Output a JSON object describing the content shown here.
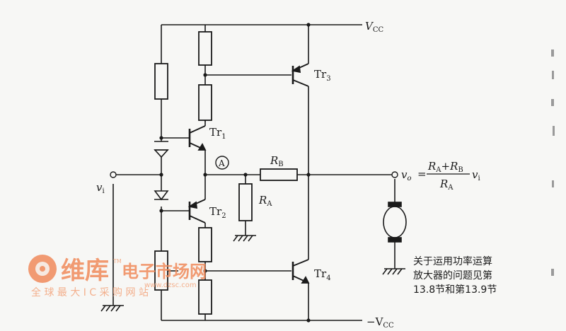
{
  "labels": {
    "vcc": "V",
    "vcc_sub": "CC",
    "vee": "−V",
    "vee_sub": "CC",
    "tr1": "Tr",
    "tr1_sub": "1",
    "tr2": "Tr",
    "tr2_sub": "2",
    "tr3": "Tr",
    "tr3_sub": "3",
    "tr4": "Tr",
    "tr4_sub": "4",
    "ra": "R",
    "ra_sub": "A",
    "rb": "R",
    "rb_sub": "B",
    "node_a": "A",
    "vi": "v",
    "vi_sub": "i"
  },
  "formula": {
    "lhs": "v",
    "lhs_sub": "o",
    "eq": "=",
    "num": "R",
    "num_sub1": "A",
    "num_plus": "+R",
    "num_sub2": "B",
    "den": "R",
    "den_sub": "A",
    "tail": "v",
    "tail_sub": "i"
  },
  "note": {
    "line1": "关于运用功率运算",
    "line2": "放大器的问题见第",
    "line3": "13.8节和第13.9节"
  },
  "watermark": {
    "brand": "维库",
    "tm": "TM",
    "name": "电子市场网",
    "url": "www.dzsc.com",
    "slogan": "全 球 最 大 I C 采 购 网 站"
  }
}
